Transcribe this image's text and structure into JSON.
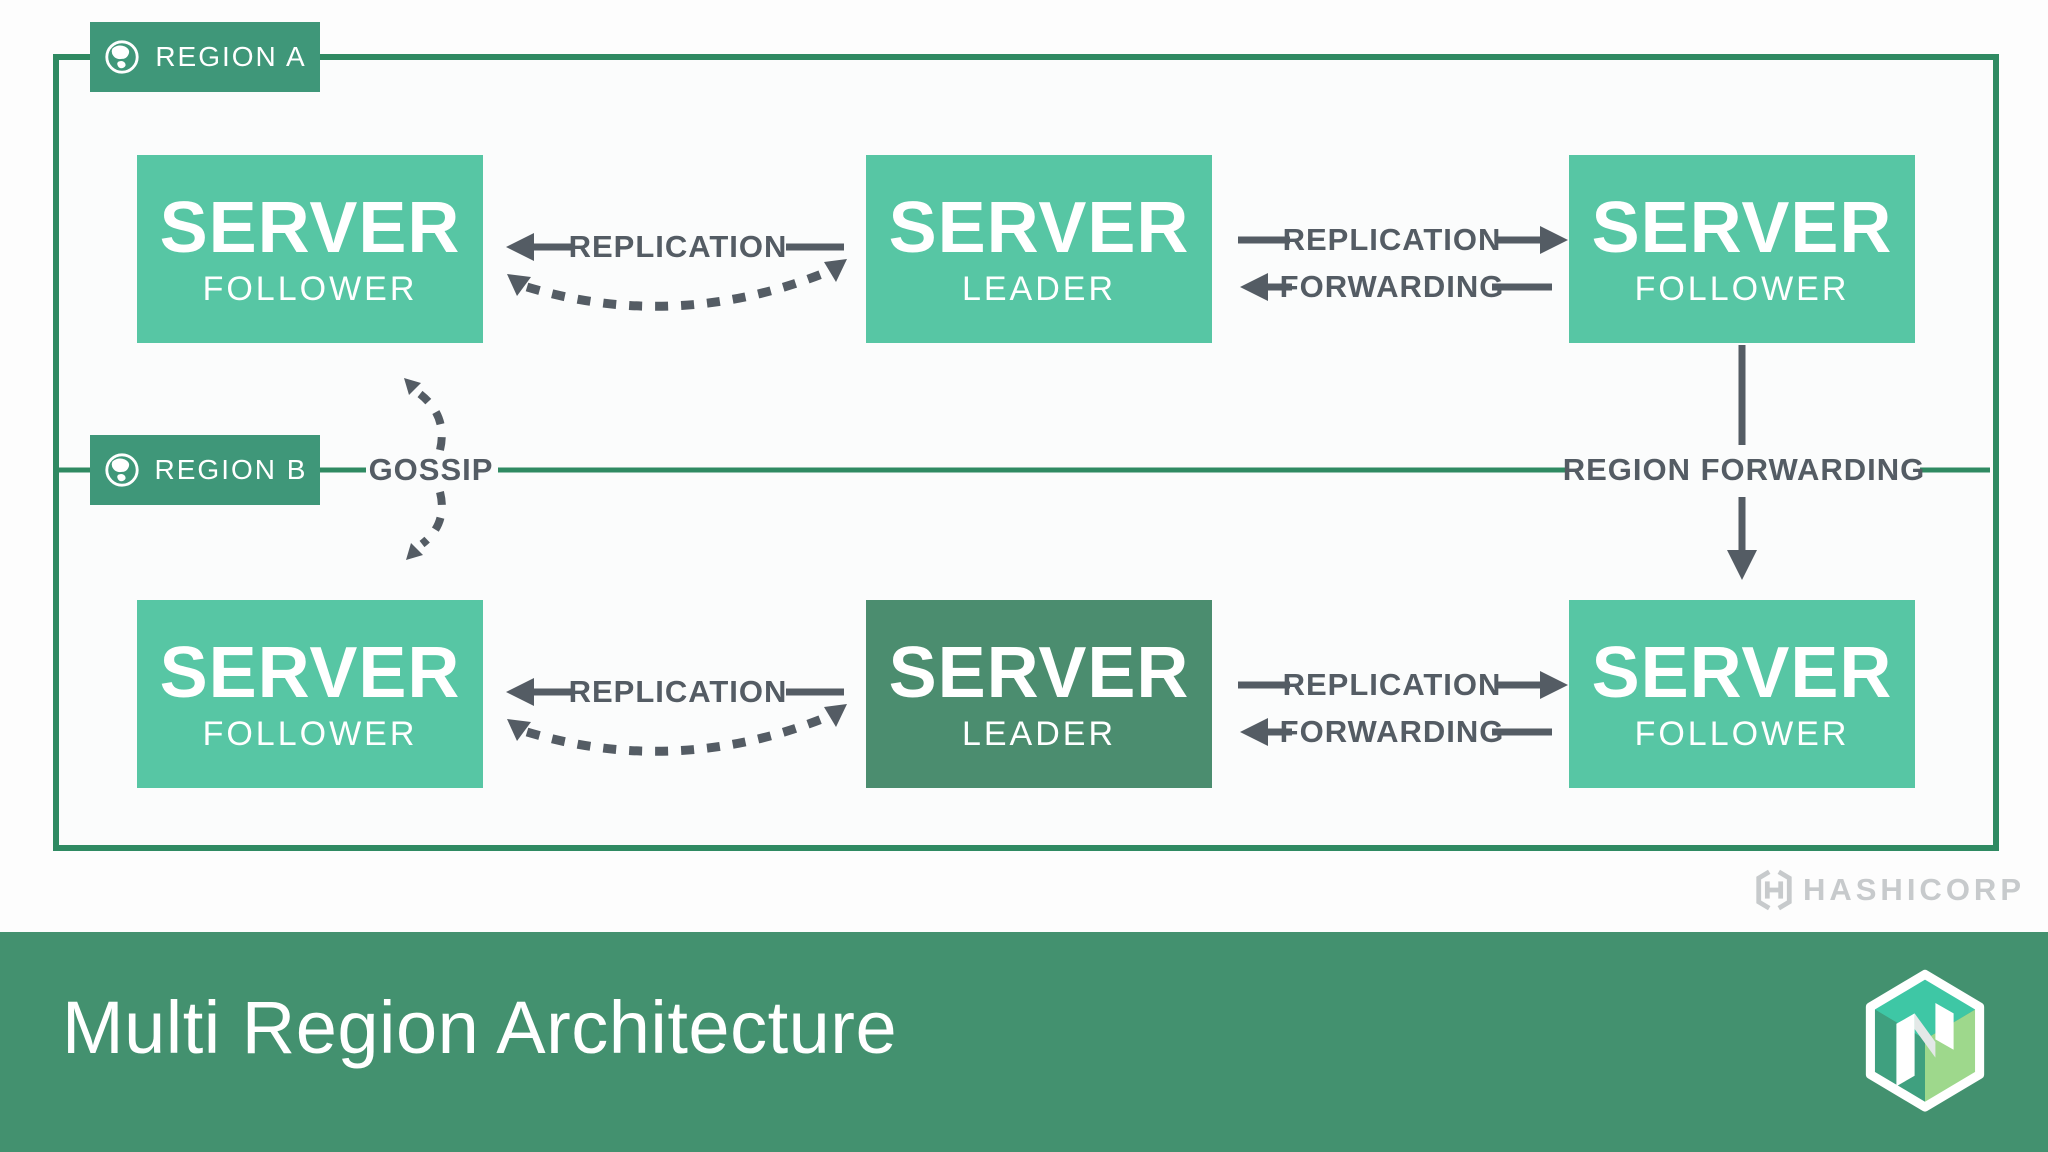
{
  "diagram": {
    "region_a": {
      "label": "REGION A"
    },
    "region_b": {
      "label": "REGION B"
    },
    "servers": [
      {
        "region": "A",
        "title": "SERVER",
        "role": "FOLLOWER",
        "variant": "light"
      },
      {
        "region": "A",
        "title": "SERVER",
        "role": "LEADER",
        "variant": "light"
      },
      {
        "region": "A",
        "title": "SERVER",
        "role": "FOLLOWER",
        "variant": "light"
      },
      {
        "region": "B",
        "title": "SERVER",
        "role": "FOLLOWER",
        "variant": "light"
      },
      {
        "region": "B",
        "title": "SERVER",
        "role": "LEADER",
        "variant": "dark"
      },
      {
        "region": "B",
        "title": "SERVER",
        "role": "FOLLOWER",
        "variant": "light"
      }
    ],
    "labels": {
      "replication": "REPLICATION",
      "forwarding": "FORWARDING",
      "gossip": "GOSSIP",
      "region_forwarding": "REGION FORWARDING"
    },
    "icons": {
      "region_badge": "globe-icon",
      "brand": "hashicorp-h-icon",
      "product": "nomad-cube-icon"
    }
  },
  "branding": {
    "company": "HASHICORP"
  },
  "footer": {
    "title": "Multi Region Architecture"
  },
  "colors": {
    "region_border_green": "#2f8a62",
    "badge_green": "#3f9779",
    "server_light_green": "#57c6a4",
    "server_dark_green": "#4b8d6f",
    "arrow_text_gray": "#545c64",
    "footer_bar_green": "#43916f",
    "hashicorp_gray": "#c7cacc",
    "nomad_top_face": "#3ec7a5",
    "nomad_left_face": "#3fa07f",
    "nomad_right_face": "#9ed88c"
  }
}
